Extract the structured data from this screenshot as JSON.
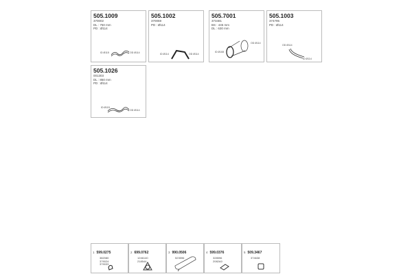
{
  "kits": [
    {
      "part": "505.1009",
      "lines": [
        "370002",
        "DL : 750 mm",
        "PD : Ø114"
      ],
      "labels": [
        "ID Ø115",
        "OD Ø114"
      ]
    },
    {
      "part": "505.1002",
      "lines": [
        "370059",
        "PD : Ø114"
      ],
      "labels": [
        "ID Ø114",
        "OD Ø114"
      ]
    },
    {
      "part": "505.7001",
      "lines": [
        "373481",
        "BS : 445 mm",
        "DL : 630 mm"
      ],
      "labels": [
        "OD Ø114",
        "ID Ø108"
      ]
    },
    {
      "part": "505.1003",
      "lines": [
        "374795",
        "PD : Ø114"
      ],
      "labels": [
        "OD Ø114",
        "ID Ø114"
      ]
    },
    {
      "part": "505.1026",
      "lines": [
        "001303",
        "DL : 850 mm",
        "PD : Ø114"
      ],
      "labels": [
        "ID Ø115",
        "OD Ø114"
      ]
    }
  ],
  "accessories": [
    {
      "index": "1",
      "part": "599.0275",
      "lines": [
        "382080",
        "379024",
        "379033"
      ]
    },
    {
      "index": "2",
      "part": "699.0762",
      "lines": [
        "1246140",
        "218544"
      ]
    },
    {
      "index": "3",
      "part": "990.0506",
      "lines": [
        "523596"
      ]
    },
    {
      "index": "4",
      "part": "599.0376",
      "lines": [
        "328596",
        "2082A0"
      ]
    },
    {
      "index": "5",
      "part": "509.3467",
      "lines": [
        "374638"
      ]
    }
  ]
}
